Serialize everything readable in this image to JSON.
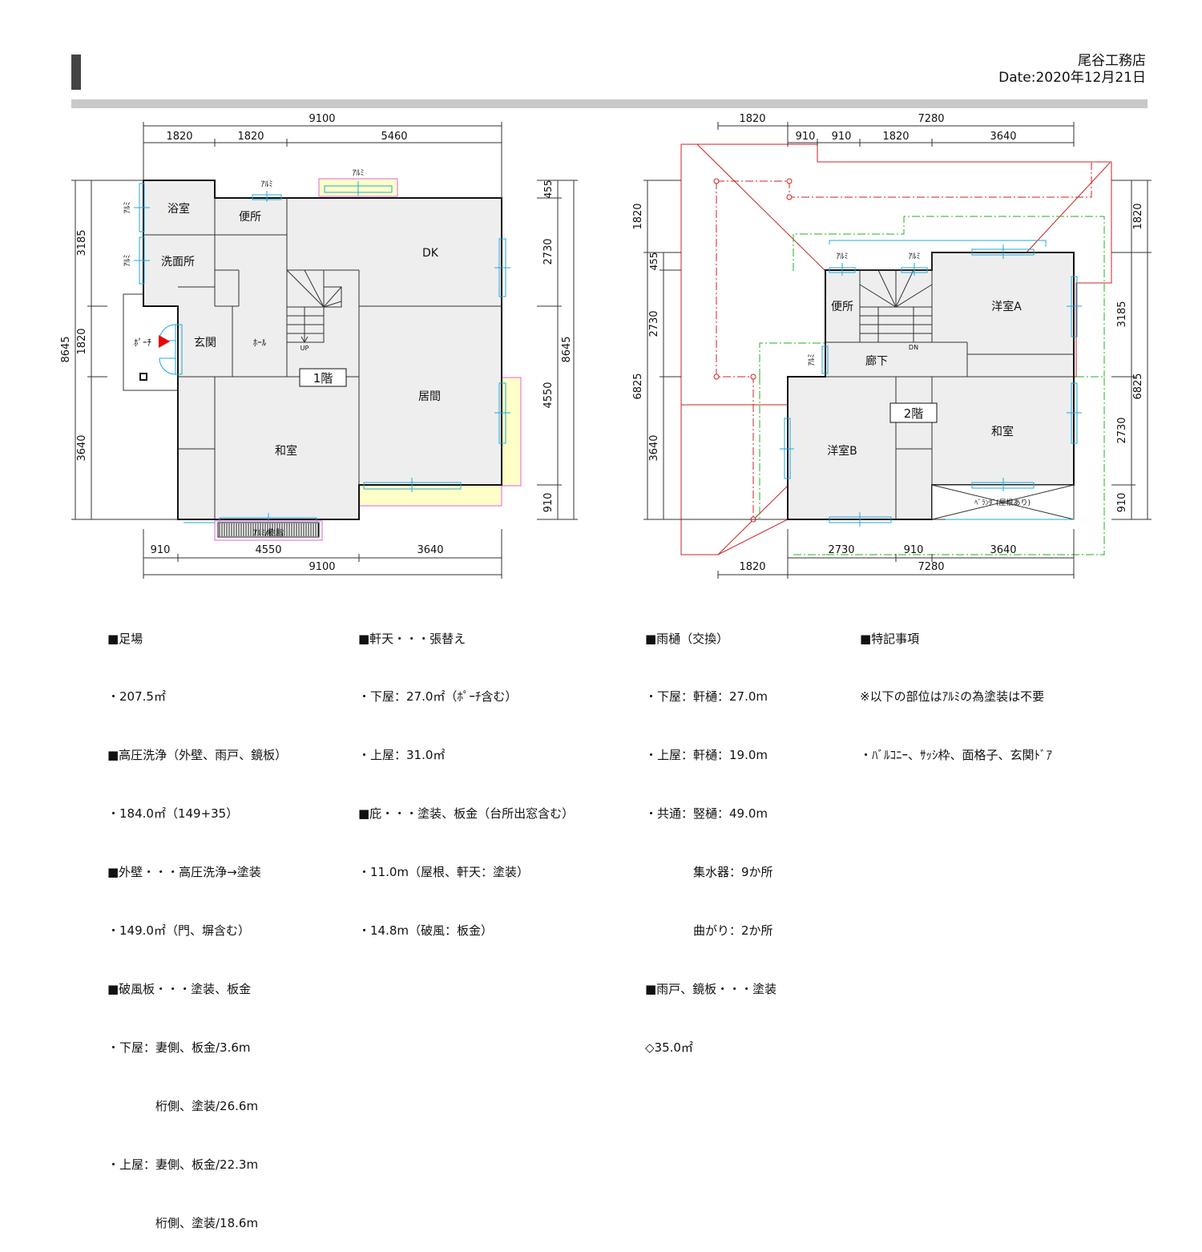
{
  "header": {
    "company": "尾谷工務店",
    "date": "Date:2020年12月21日"
  },
  "floor1": {
    "label": "1階",
    "rooms": {
      "bath": "浴室",
      "toilet": "便所",
      "dk": "DK",
      "washroom": "洗面所",
      "entrance": "玄関",
      "hall": "ﾎｰﾙ",
      "porch": "ﾎﾟｰﾁ",
      "living": "居間",
      "washitsu": "和室",
      "up": "UP"
    },
    "materials": {
      "alumi_1": "ｱﾙﾐ",
      "alumi_2": "ｱﾙﾐ",
      "alumi_3": "ｱﾙﾐ",
      "alumi_4": "ｱﾙﾐ",
      "resin": "ｱﾙﾐ/樹脂"
    },
    "dims": {
      "top_total": "9100",
      "top_a": "1820",
      "top_b": "1820",
      "top_c": "5460",
      "bottom_total": "9100",
      "bottom_a": "910",
      "bottom_b": "4550",
      "bottom_c": "3640",
      "left_total": "8645",
      "left_a": "3185",
      "left_b": "1820",
      "left_c": "3640",
      "right_total": "8645",
      "right_a": "455",
      "right_b": "2730",
      "right_c": "4550",
      "right_d": "910"
    }
  },
  "floor2": {
    "label": "2階",
    "rooms": {
      "toilet": "便所",
      "youshitsu_a": "洋室A",
      "corridor": "廊下",
      "youshitsu_b": "洋室B",
      "washitsu": "和室",
      "veranda": "ﾍﾞﾗﾝﾀﾞ(屋根あり)",
      "dn": "DN"
    },
    "materials": {
      "alumi_1": "ｱﾙﾐ",
      "alumi_2": "ｱﾙﾐ",
      "alumi_3": "ｱﾙﾐ"
    },
    "dims": {
      "top_total_a": "1820",
      "top_total_b": "7280",
      "top_a": "910",
      "top_b": "910",
      "top_c": "1820",
      "top_d": "3640",
      "bottom_a": "2730",
      "bottom_b": "910",
      "bottom_c": "3640",
      "bottom_total_a": "1820",
      "bottom_total_b": "7280",
      "left_total_a": "1820",
      "left_total_b": "6825",
      "left_a": "455",
      "left_b": "2730",
      "left_c": "3640",
      "right_total_a": "1820",
      "right_total_b": "6825",
      "right_a": "3185",
      "right_b": "2730",
      "right_c": "910"
    }
  },
  "notes": {
    "col1": [
      "■足場",
      "・207.5㎡",
      "■高圧洗浄（外壁、雨戸、鏡板）",
      "・184.0㎡（149+35）",
      "■外壁・・・高圧洗浄→塗装",
      "・149.0㎡（門、塀含む）",
      "■破風板・・・塗装、板金",
      "・下屋：妻側、板金/3.6m",
      "　　　　桁側、塗装/26.6m",
      "・上屋：妻側、板金/22.3m",
      "　　　　桁側、塗装/18.6m"
    ],
    "col2": [
      "■軒天・・・張替え",
      "・下屋：27.0㎡（ﾎﾟｰﾁ含む）",
      "・上屋：31.0㎡",
      "■庇・・・塗装、板金（台所出窓含む）",
      "・11.0m（屋根、軒天：塗装）",
      "・14.8m（破風：板金）"
    ],
    "col3": [
      "■雨樋（交換）",
      "・下屋：軒樋：27.0m",
      "・上屋：軒樋：19.0m",
      "・共通：竪樋：49.0m",
      "　　　　集水器：9か所",
      "　　　　曲がり：2か所",
      "■雨戸、鏡板・・・塗装",
      "◇35.0㎡"
    ],
    "col4": [
      "■特記事項",
      "※以下の部位はｱﾙﾐの為塗装は不要",
      "・ﾊﾞﾙｺﾆｰ、ｻｯｼ枠、面格子、玄関ﾄﾞｱ"
    ]
  }
}
